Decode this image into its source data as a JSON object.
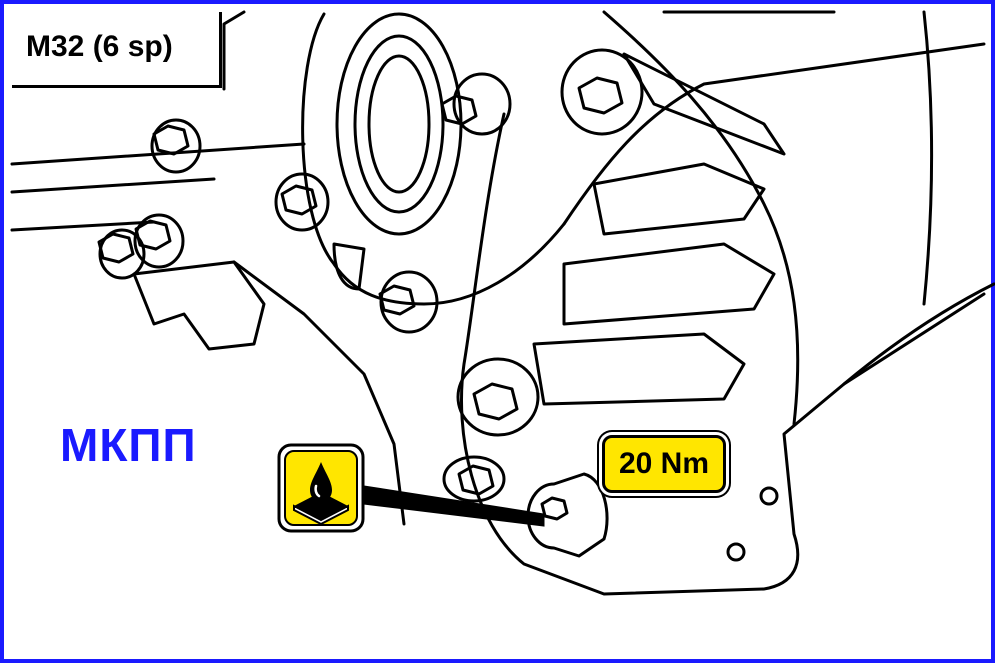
{
  "labels": {
    "model": "M32 (6 sp)",
    "transmission": "МКПП",
    "torque": "20 Nm"
  },
  "icons": {
    "oil_fill": "oil-drop-icon"
  },
  "colors": {
    "frame": "#1a1aff",
    "transmission_text": "#1a1aff",
    "torque_badge": "#ffe600",
    "icon_background": "#ffe600"
  }
}
